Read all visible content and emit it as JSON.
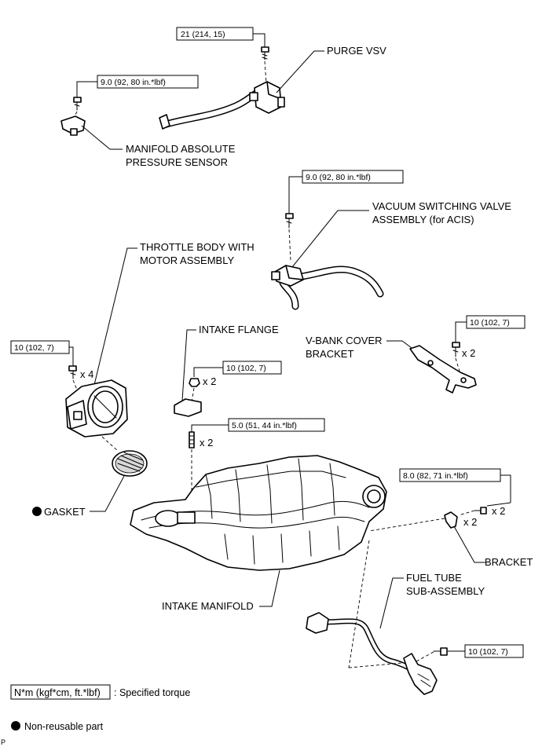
{
  "torques": {
    "purge_vsv": "21 (214, 15)",
    "map_sensor": "9.0 (92, 80 in.*lbf)",
    "acis_vsv": "9.0 (92, 80 in.*lbf)",
    "throttle_body": "10 (102, 7)",
    "intake_flange": "10 (102, 7)",
    "vbank_bracket": "10 (102, 7)",
    "stud": "5.0 (51, 44 in.*lbf)",
    "bracket": "8.0 (82, 71 in.*lbf)",
    "fuel_tube": "10 (102, 7)"
  },
  "quantities": {
    "throttle_bolts": "x 4",
    "flange_nuts": "x 2",
    "vbank_bolts": "x 2",
    "studs": "x 2",
    "bracket_bolts": "x 2",
    "brackets": "x 2"
  },
  "labels": {
    "purge_vsv": "PURGE VSV",
    "map_sensor_1": "MANIFOLD ABSOLUTE",
    "map_sensor_2": "PRESSURE SENSOR",
    "acis_vsv_1": "VACUUM SWITCHING VALVE",
    "acis_vsv_2": "ASSEMBLY (for ACIS)",
    "throttle_1": "THROTTLE BODY WITH",
    "throttle_2": "MOTOR ASSEMBLY",
    "intake_flange": "INTAKE FLANGE",
    "vbank_1": "V-BANK COVER",
    "vbank_2": "BRACKET",
    "gasket": "GASKET",
    "bracket": "BRACKET",
    "fuel_tube_1": "FUEL TUBE",
    "fuel_tube_2": "SUB-ASSEMBLY",
    "intake_manifold": "INTAKE MANIFOLD"
  },
  "legend": {
    "torque_unit": "N*m (kgf*cm, ft.*lbf)",
    "torque_desc": ": Specified torque",
    "nonreusable": "Non-reusable part"
  },
  "footer": "P"
}
